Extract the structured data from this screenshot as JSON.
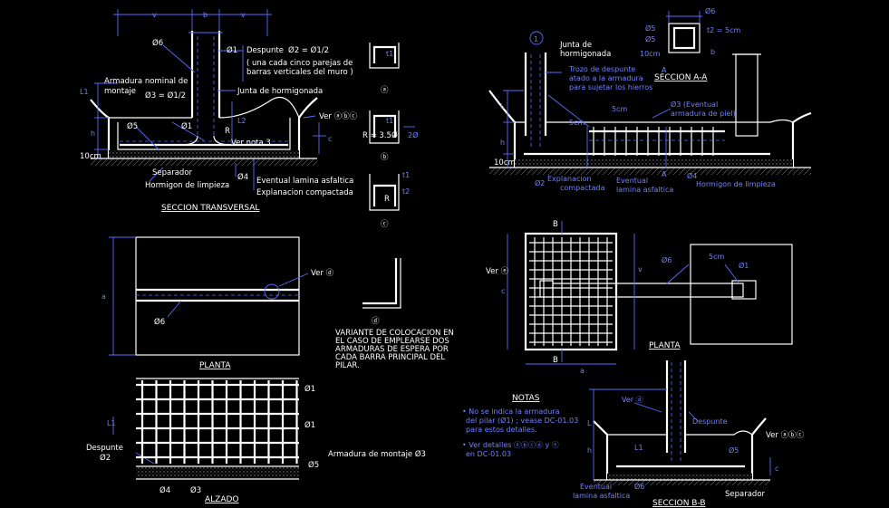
{
  "colors": {
    "background": "#000000",
    "linework": "#ffffff",
    "dimensions": "#5a6cff",
    "hatch": "#8a8a8a"
  },
  "left": {
    "top_dims": {
      "v1": "v",
      "b": "b",
      "v2": "v"
    },
    "despunte": "Despunte",
    "despunte_formula": "Ø2 = Ø1/2",
    "despunte_note_1": "( una cada cinco parejas de",
    "despunte_note_2": "barras verticales del muro )",
    "armadura_montaje_1": "Armadura nominal de",
    "armadura_montaje_2": "montaje",
    "armadura_formula": "Ø3 = Ø1/2",
    "junta": "Junta de hormigonada",
    "phi6": "Ø6",
    "phi1": "Ø1",
    "phi5": "Ø5",
    "L1": "L1",
    "L2": "L2",
    "R": "R",
    "h": "h",
    "c": "c",
    "cm10": "10cm",
    "ver_abc": "Ver ⓐⓑⓒ",
    "ver_nota3": "Ver nota 3",
    "separador": "Separador",
    "hormigon_limpieza": "Hormigon de limpieza",
    "phi4": "Ø4",
    "lamina": "Eventual lamina asfaltica",
    "explanacion": "Explanacion compactada",
    "section_title": "SECCION TRANSVERSAL",
    "detail_a": {
      "t1": "t1",
      "label": "ⓐ"
    },
    "detail_b": {
      "t1": "t1",
      "eq": "R = 3.5Ø",
      "two": "2Ø",
      "label": "ⓑ"
    },
    "detail_c": {
      "t1": "t1",
      "t2": "t2",
      "R": "R",
      "label": "ⓒ"
    },
    "planta_title": "PLANTA",
    "ver_d": "Ver ⓓ",
    "planta_phi6": "Ø6",
    "planta_a": "a",
    "detail_d_label": "ⓓ",
    "variante_1": "VARIANTE DE COLOCACION EN",
    "variante_2": "EL CASO DE EMPLEARSE DOS",
    "variante_3": "ARMADURAS DE ESPERA POR",
    "variante_4": "CADA BARRA PRINCIPAL DEL",
    "variante_5": "PILAR.",
    "alzado_title": "ALZADO",
    "alz_phi1a": "Ø1",
    "alz_phi1b": "Ø1",
    "alz_L1": "L1",
    "alz_despunte": "Despunte",
    "alz_phi2": "Ø2",
    "alz_montaje": "Armadura de montaje Ø3",
    "alz_phi5": "Ø5",
    "alz_phi4": "Ø4",
    "alz_phi3": "Ø3"
  },
  "right": {
    "circle1": "1",
    "junta": "Junta de",
    "junta2": "hormigonada",
    "trozo_1": "Trozo de despunte",
    "trozo_2": "atado a la armadura",
    "trozo_3": "para sujetar los hierros",
    "seccion_aa": "SECCION A-A",
    "section_aa_marks": {
      "s1": "Ø6",
      "s2": "Ø5",
      "s3": "Ø5",
      "s4": "t2 = 5cm",
      "s5": "10cm",
      "s6": "b"
    },
    "eventual_phi3": "Ø3 (Eventual",
    "eventual_phi3b": "armadura de piel)",
    "five_cm": "5cm",
    "L": "L",
    "h": "h",
    "cm10": "10cm",
    "phi2": "Ø2",
    "phi4": "Ø4",
    "A1": "A",
    "A2": "A",
    "explanacion_1": "Explanacion",
    "explanacion_2": "compactada",
    "lamina_1": "Eventual",
    "lamina_2": "lamina asfaltica",
    "hormigon": "Hormigon de limpieza",
    "planta_title": "PLANTA",
    "B1": "B",
    "B2": "B",
    "planta_phi6": "Ø6",
    "planta_phi1": "Ø1",
    "planta_5cm": "5cm",
    "planta_c": "c",
    "planta_a": "a",
    "planta_v": "v",
    "ver_e": "Ver ⓔ",
    "notas_title": "NOTAS",
    "nota1_1": "• No se indica la armadura",
    "nota1_2": "del pilar (Ø1) ; vease DC-01.03",
    "nota1_3": "para estos detalles.",
    "nota2_1": "• Ver detalles ⓐⓑⓒⓓ y ⓔ",
    "nota2_2": "en DC-01.03",
    "seccion_bb": "SECCION B-B",
    "bb_ver_d": "Ver ⓓ",
    "bb_despunte": "Despunte",
    "bb_ver_abc": "Ver ⓐⓑⓒ",
    "bb_separador": "Separador",
    "bb_lamina_1": "Eventual",
    "bb_lamina_2": "lamina asfaltica",
    "bb_phi6": "Ø6",
    "bb_phi5": "Ø5",
    "bb_L": "L",
    "bb_L1": "L1",
    "bb_h": "h",
    "bb_c": "c"
  }
}
